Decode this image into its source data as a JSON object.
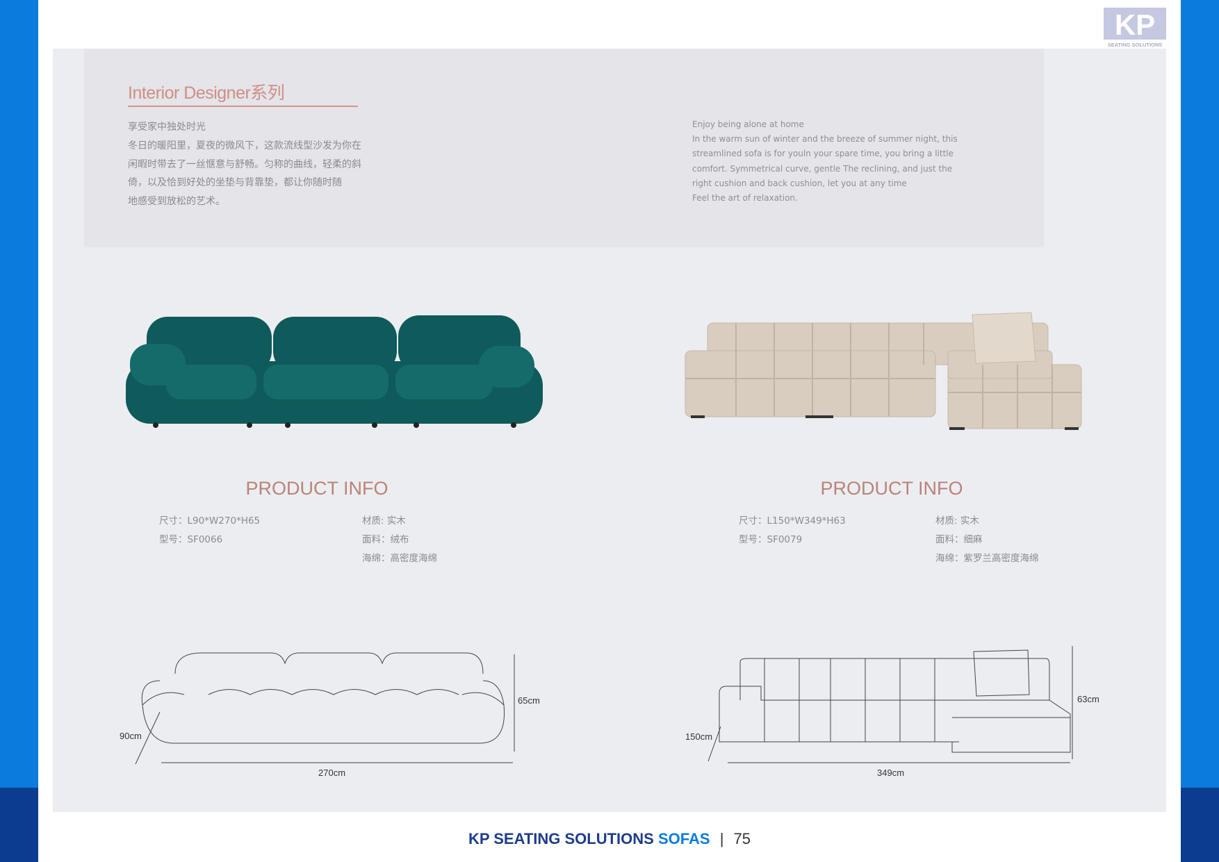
{
  "header": {
    "logo_letters": "KP",
    "logo_sub": "SEATING SOLUTIONS"
  },
  "intro": {
    "title": "Interior Designer系列",
    "cn_lines": [
      "享受家中独处时光",
      "冬日的暖阳里，夏夜的微风下，这款流线型沙发为你在",
      "闲暇时带去了一丝惬意与舒畅。匀称的曲线，轻柔的斜",
      "倚，以及恰到好处的坐垫与背靠垫，都让你随时随",
      "地感受到放松的艺术。"
    ],
    "en_lines": [
      "Enjoy being alone at home",
      "In the warm sun of winter and the breeze of summer night, this",
      "streamlined sofa is for youln your spare time, you bring a little",
      "comfort. Symmetrical curve, gentle The reclining, and just the",
      "right cushion and back cushion, let you at any time",
      "Feel the art of relaxation."
    ]
  },
  "products": [
    {
      "heading": "PRODUCT INFO",
      "size": "尺寸：L90*W270*H65",
      "model": "型号：SF0066",
      "material": "材质: 实木",
      "fabric": "面料：绒布",
      "sponge": "海绵：高密度海绵",
      "dims": {
        "depth": "90cm",
        "height": "65cm",
        "width": "270cm"
      },
      "color": "#0f5a5a"
    },
    {
      "heading": "PRODUCT INFO",
      "size": "尺寸：L150*W349*H63",
      "model": "型号：SF0079",
      "material": "材质: 实木",
      "fabric": "面料：细麻",
      "sponge": "海绵：紫罗兰高密度海绵",
      "dims": {
        "depth": "150cm",
        "height": "63cm",
        "width": "349cm"
      },
      "color": "#d8cdbf"
    }
  ],
  "footer": {
    "brand": "KP SEATING SOLUTIONS",
    "section": "SOFAS",
    "separator": "|",
    "page": "75"
  }
}
